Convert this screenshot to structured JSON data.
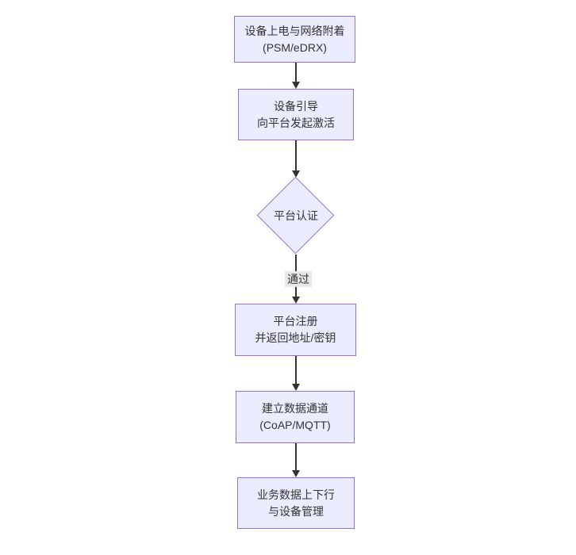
{
  "diagram": {
    "type": "flowchart",
    "direction": "top-to-bottom",
    "nodes": [
      {
        "id": "n1",
        "shape": "rectangle",
        "lines": [
          "设备上电与网络附着",
          "(PSM/eDRX)"
        ]
      },
      {
        "id": "n2",
        "shape": "rectangle",
        "lines": [
          "设备引导",
          "向平台发起激活"
        ]
      },
      {
        "id": "n3",
        "shape": "diamond",
        "lines": [
          "平台认证"
        ]
      },
      {
        "id": "n4",
        "shape": "rectangle",
        "lines": [
          "平台注册",
          "并返回地址/密钥"
        ]
      },
      {
        "id": "n5",
        "shape": "rectangle",
        "lines": [
          "建立数据通道",
          "(CoAP/MQTT)"
        ]
      },
      {
        "id": "n6",
        "shape": "rectangle",
        "lines": [
          "业务数据上下行",
          "与设备管理"
        ]
      }
    ],
    "edges": [
      {
        "from": "n1",
        "to": "n2",
        "label": ""
      },
      {
        "from": "n2",
        "to": "n3",
        "label": ""
      },
      {
        "from": "n3",
        "to": "n4",
        "label": "通过"
      },
      {
        "from": "n4",
        "to": "n5",
        "label": ""
      },
      {
        "from": "n5",
        "to": "n6",
        "label": ""
      }
    ],
    "theme": {
      "colors": {
        "node_fill": "#ECECFF",
        "node_border": "#9370DB",
        "edge_color": "#333333",
        "text_color": "#333333",
        "edge_label_bg": "#E8E8E8",
        "canvas_bg": "#FFFFFF"
      }
    }
  }
}
